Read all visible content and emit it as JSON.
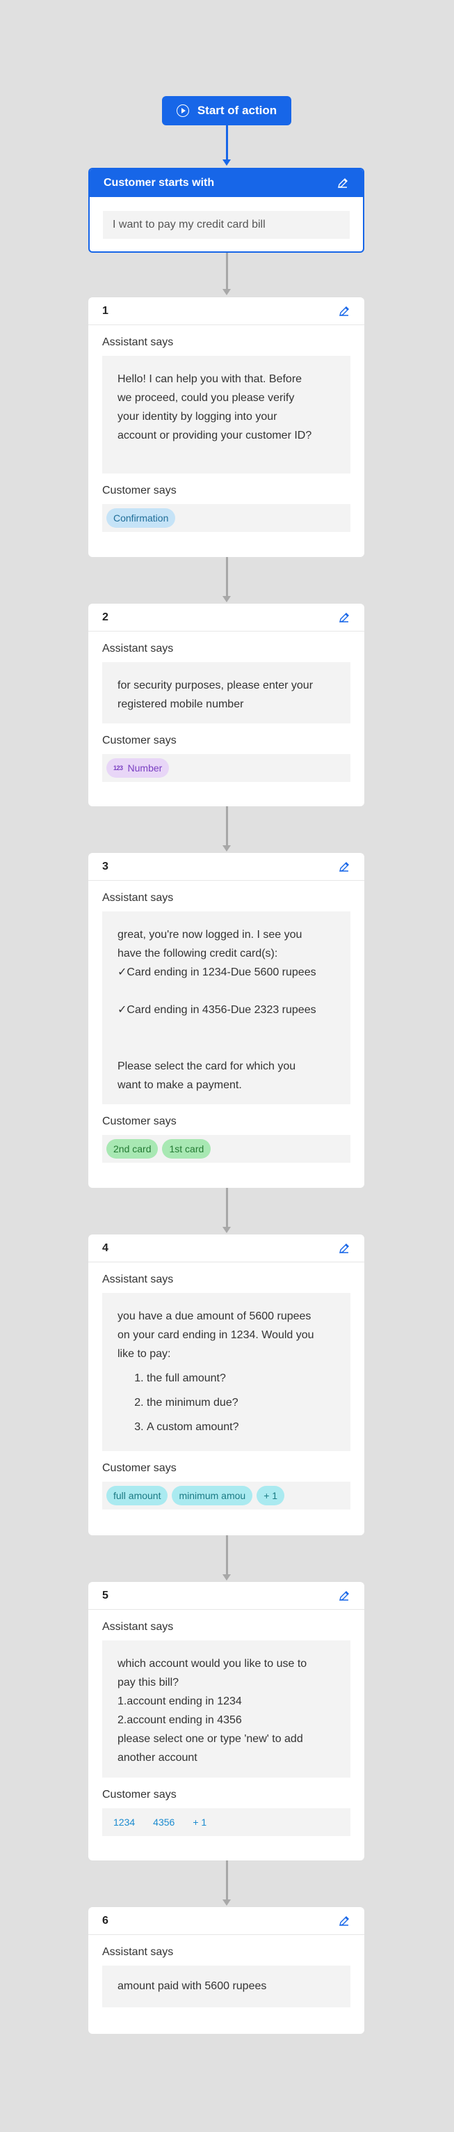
{
  "start": {
    "label": "Start of action",
    "icon": "play-circle-icon"
  },
  "customer_starts": {
    "title": "Customer starts with",
    "value": "I want to pay my credit card bill"
  },
  "labels": {
    "assistant_says": "Assistant says",
    "customer_says": "Customer says"
  },
  "steps": [
    {
      "number": "1",
      "assistant_lines": [
        "Hello! I can help you with that. Before",
        "we proceed, could you please verify",
        "your identity by logging into your",
        "account or providing your customer ID?"
      ],
      "chips": [
        "Confirmation"
      ]
    },
    {
      "number": "2",
      "assistant_lines": [
        "for security purposes, please enter your",
        "registered mobile number"
      ],
      "chips": [
        "Number"
      ],
      "chip_glyph": "123"
    },
    {
      "number": "3",
      "assistant_lines": [
        "great, you're now logged in. I see you",
        "have the following credit card(s):",
        "✓Card ending in 1234-Due 5600 rupees",
        "",
        "✓Card ending in 4356-Due 2323 rupees",
        "",
        "",
        "Please select the card for which you",
        "want to make a payment."
      ],
      "chips": [
        "2nd card",
        "1st card"
      ]
    },
    {
      "number": "4",
      "assistant_lines": [
        "you have a due amount of 5600 rupees",
        "on your card ending in 1234. Would you",
        "like to pay:"
      ],
      "assistant_list": [
        "the full amount?",
        "the minimum due?",
        "A custom amount?"
      ],
      "chips": [
        "full amount",
        "minimum amou",
        "+ 1"
      ]
    },
    {
      "number": "5",
      "assistant_lines": [
        "which account would you like to use to",
        "pay this bill?",
        "1.account ending in 1234",
        "2.account ending in 4356",
        "please select one or type 'new' to add",
        "another account"
      ],
      "chips": [
        "1234",
        "4356",
        "+ 1"
      ]
    },
    {
      "number": "6",
      "assistant_lines": [
        "amount paid with 5600 rupees"
      ]
    }
  ],
  "colors": {
    "accent": "#1766e8",
    "background": "#e0e0e0",
    "connector": "#a8a8a8"
  }
}
